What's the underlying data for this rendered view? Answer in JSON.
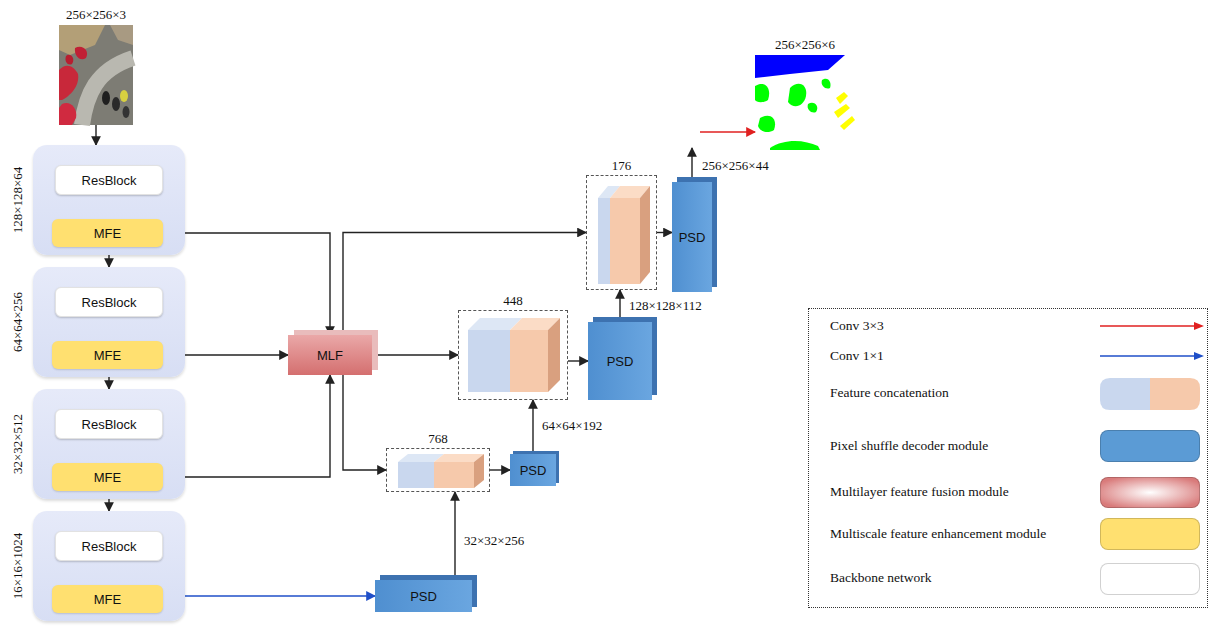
{
  "diagram": {
    "nodes": [
      {
        "text": [
          "256×256×3"
        ]
      },
      {
        "text": [
          "128×128×64"
        ]
      },
      {
        "text": [
          "ResBlock"
        ],
        "in": 1
      },
      {
        "text": [
          "MFE"
        ],
        "in": 1
      },
      {
        "text": [
          "64×64×256"
        ]
      },
      {
        "text": [
          "ResBlock"
        ],
        "in": 4
      },
      {
        "text": [
          "MFE"
        ],
        "in": 4
      },
      {
        "text": [
          "32×32×512"
        ]
      },
      {
        "text": [
          "ResBlock"
        ],
        "in": 7
      },
      {
        "text": [
          "MFE"
        ],
        "in": 7
      },
      {
        "text": [
          "16×16×1024"
        ]
      },
      {
        "text": [
          "ResBlock"
        ],
        "in": 10
      },
      {
        "text": [
          "MFE"
        ],
        "in": 10
      },
      {
        "text": [
          "MLF"
        ]
      },
      {
        "text": [
          "PSD"
        ]
      },
      {
        "text": [
          "768"
        ]
      },
      {
        "text": [
          "PSD"
        ]
      },
      {
        "text": [
          "448"
        ]
      },
      {
        "text": [
          "PSD"
        ]
      },
      {
        "text": [
          "176"
        ]
      },
      {
        "text": [
          "PSD"
        ]
      },
      {
        "text": [
          "256×256×6"
        ]
      }
    ],
    "edges": [
      {
        "from": 0,
        "to": 1,
        "arrow": "to"
      },
      {
        "from": 2,
        "to": 3,
        "arrow": "to"
      },
      {
        "from": 1,
        "to": 4,
        "arrow": "to"
      },
      {
        "from": 5,
        "to": 6,
        "arrow": "to"
      },
      {
        "from": 4,
        "to": 7,
        "arrow": "to"
      },
      {
        "from": 8,
        "to": 9,
        "arrow": "to"
      },
      {
        "from": 7,
        "to": 10,
        "arrow": "to"
      },
      {
        "from": 11,
        "to": 12,
        "arrow": "to"
      },
      {
        "from": 3,
        "to": 13,
        "arrow": "to"
      },
      {
        "from": 6,
        "to": 13,
        "arrow": "to"
      },
      {
        "from": 9,
        "to": 13,
        "arrow": "to"
      },
      {
        "from": 12,
        "to": 14,
        "arrow": "to"
      },
      {
        "from": 14,
        "to": 15,
        "label": "32×32×256",
        "arrow": "to"
      },
      {
        "from": 13,
        "to": 15,
        "arrow": "to"
      },
      {
        "from": 15,
        "to": 16,
        "arrow": "to"
      },
      {
        "from": 16,
        "to": 17,
        "label": "64×64×192",
        "arrow": "to"
      },
      {
        "from": 13,
        "to": 17,
        "arrow": "to"
      },
      {
        "from": 17,
        "to": 18,
        "arrow": "to"
      },
      {
        "from": 18,
        "to": 19,
        "label": "128×128×112",
        "arrow": "to"
      },
      {
        "from": 13,
        "to": 19,
        "arrow": "to"
      },
      {
        "from": 19,
        "to": 20,
        "arrow": "to"
      },
      {
        "from": 20,
        "to": 21,
        "label": "256×256×44",
        "arrow": "to"
      }
    ],
    "legend": [
      {
        "text": "Conv 3×3"
      },
      {
        "text": "Conv 1×1"
      },
      {
        "text": "Feature concatenation"
      },
      {
        "text": "Pixel shuffle decoder module",
        "color": "#5b9bd5"
      },
      {
        "text": "Multilayer feature fusion module",
        "color": "#d97b7b"
      },
      {
        "text": "Multiscale feature enhancement module",
        "color": "#ffe070"
      },
      {
        "text": "Backbone network",
        "color": "#ffffff"
      }
    ]
  }
}
